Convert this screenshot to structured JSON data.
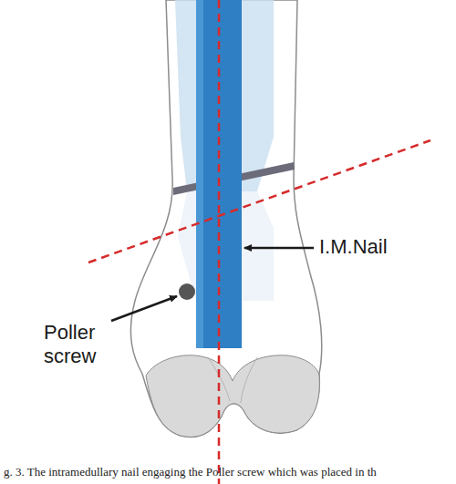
{
  "diagram": {
    "caption": "g. 3. The intramedullary nail engaging the Poller screw which was placed in th",
    "labels": [
      "I.M.Nail",
      "Poller screw"
    ]
  }
}
